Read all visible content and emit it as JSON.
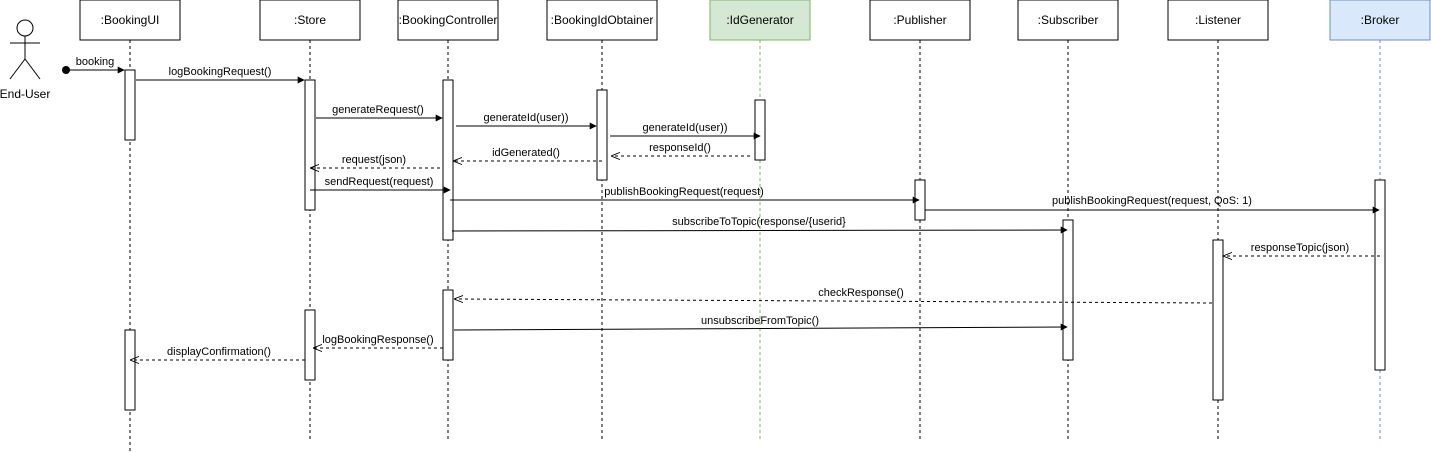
{
  "actor": {
    "name": "End-User"
  },
  "participants": [
    {
      "id": "bookingui",
      "label": ":BookingUI"
    },
    {
      "id": "store",
      "label": ":Store"
    },
    {
      "id": "bookingcontroller",
      "label": ":BookingController"
    },
    {
      "id": "bookingidobtainer",
      "label": ":BookingIdObtainer"
    },
    {
      "id": "idgenerator",
      "label": ":IdGenerator",
      "fill": "#d5e8d4",
      "stroke": "#82b366",
      "lifeline": "#82b366"
    },
    {
      "id": "publisher",
      "label": ":Publisher"
    },
    {
      "id": "subscriber",
      "label": ":Subscriber"
    },
    {
      "id": "listener",
      "label": ":Listener"
    },
    {
      "id": "broker",
      "label": ":Broker",
      "fill": "#dae8fc",
      "stroke": "#6c8ebf",
      "lifeline": "#6c8ebf"
    }
  ],
  "messages": [
    {
      "label": "booking",
      "from": "actor",
      "to": "bookingui",
      "kind": "found"
    },
    {
      "label": "logBookingRequest()",
      "from": "bookingui",
      "to": "store",
      "kind": "sync"
    },
    {
      "label": "generateRequest()",
      "from": "store",
      "to": "bookingcontroller",
      "kind": "sync"
    },
    {
      "label": "generateId(user))",
      "from": "bookingcontroller",
      "to": "bookingidobtainer",
      "kind": "sync"
    },
    {
      "label": "generateId(user))",
      "from": "bookingidobtainer",
      "to": "idgenerator",
      "kind": "sync"
    },
    {
      "label": "responseId()",
      "from": "idgenerator",
      "to": "bookingidobtainer",
      "kind": "return"
    },
    {
      "label": "idGenerated()",
      "from": "bookingidobtainer",
      "to": "bookingcontroller",
      "kind": "return"
    },
    {
      "label": "request(json)",
      "from": "bookingcontroller",
      "to": "store",
      "kind": "return"
    },
    {
      "label": "sendRequest(request)",
      "from": "store",
      "to": "bookingcontroller",
      "kind": "sync"
    },
    {
      "label": "publishBookingRequest(request)",
      "from": "bookingcontroller",
      "to": "publisher",
      "kind": "sync"
    },
    {
      "label": "publishBookingRequest(request, QoS: 1)",
      "from": "publisher",
      "to": "broker",
      "kind": "sync"
    },
    {
      "label": "subscribeToTopic(response/{userid}",
      "from": "bookingcontroller",
      "to": "subscriber",
      "kind": "sync"
    },
    {
      "label": "responseTopic(json)",
      "from": "broker",
      "to": "listener",
      "kind": "return"
    },
    {
      "label": "checkResponse()",
      "from": "listener",
      "to": "bookingcontroller",
      "kind": "return"
    },
    {
      "label": "unsubscribeFromTopic()",
      "from": "bookingcontroller",
      "to": "subscriber",
      "kind": "sync"
    },
    {
      "label": "logBookingResponse()",
      "from": "bookingcontroller",
      "to": "store",
      "kind": "return"
    },
    {
      "label": "displayConfirmation()",
      "from": "store",
      "to": "bookingui",
      "kind": "return"
    }
  ]
}
